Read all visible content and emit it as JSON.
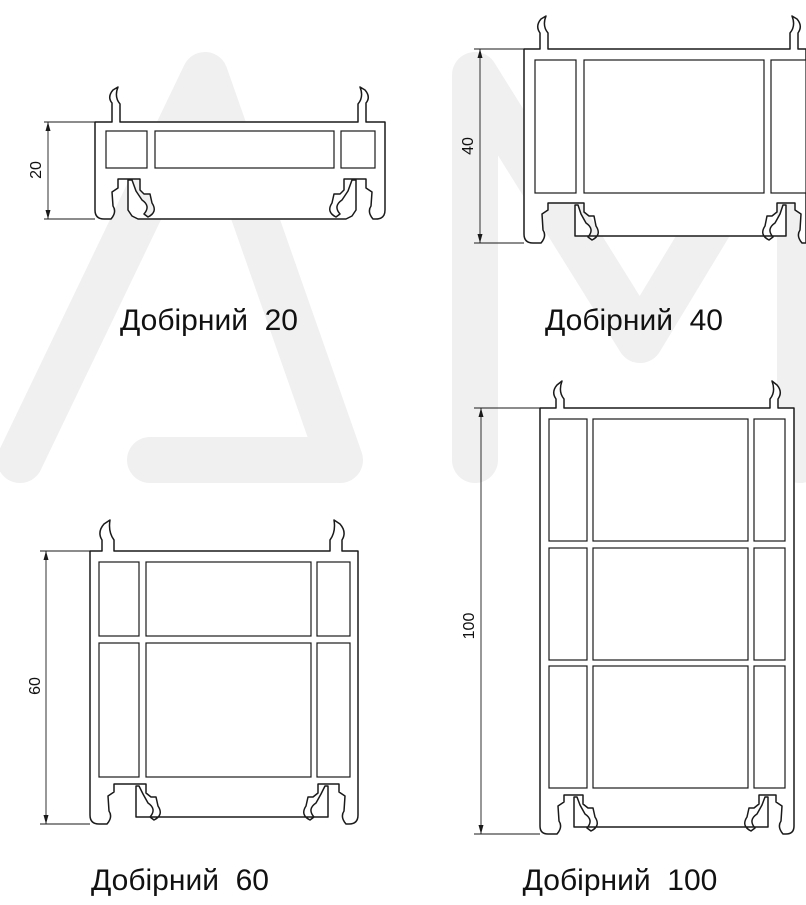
{
  "watermark_color": "#f0f0f0",
  "line_color": "#1a1a1a",
  "profiles": [
    {
      "id": "p20",
      "caption": "Добірний  20",
      "dimension": "20"
    },
    {
      "id": "p40",
      "caption": "Добірний  40",
      "dimension": "40"
    },
    {
      "id": "p60",
      "caption": "Добірний  60",
      "dimension": "60"
    },
    {
      "id": "p100",
      "caption": "Добірний  100",
      "dimension": "100"
    }
  ]
}
